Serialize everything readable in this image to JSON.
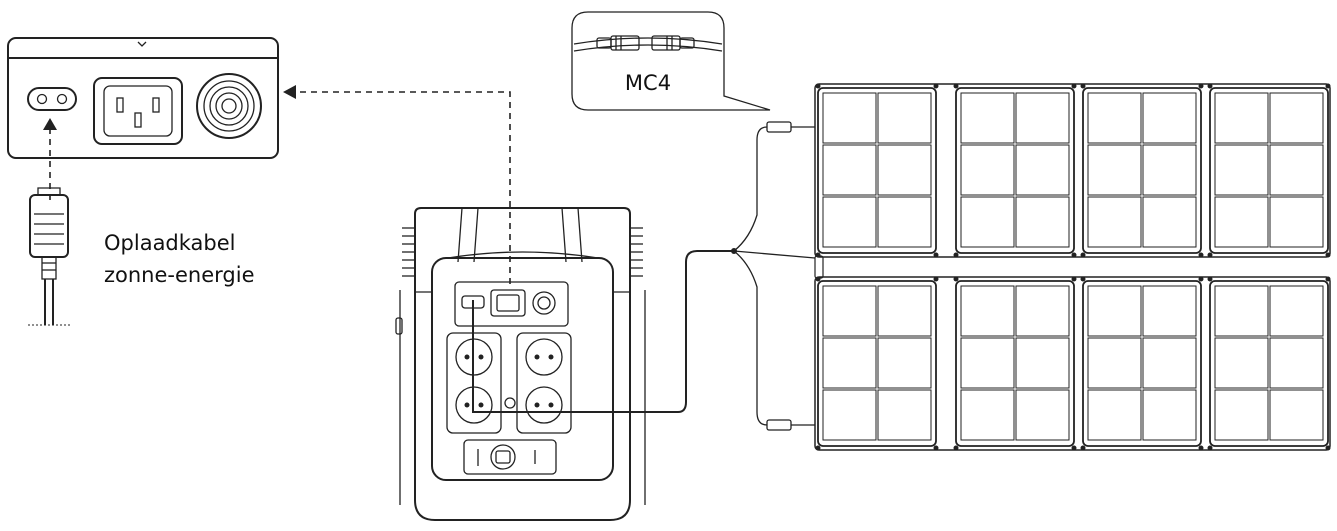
{
  "labels": {
    "connector": "MC4",
    "cable_line1": "Oplaadkabel",
    "cable_line2": "zonne-energie"
  }
}
